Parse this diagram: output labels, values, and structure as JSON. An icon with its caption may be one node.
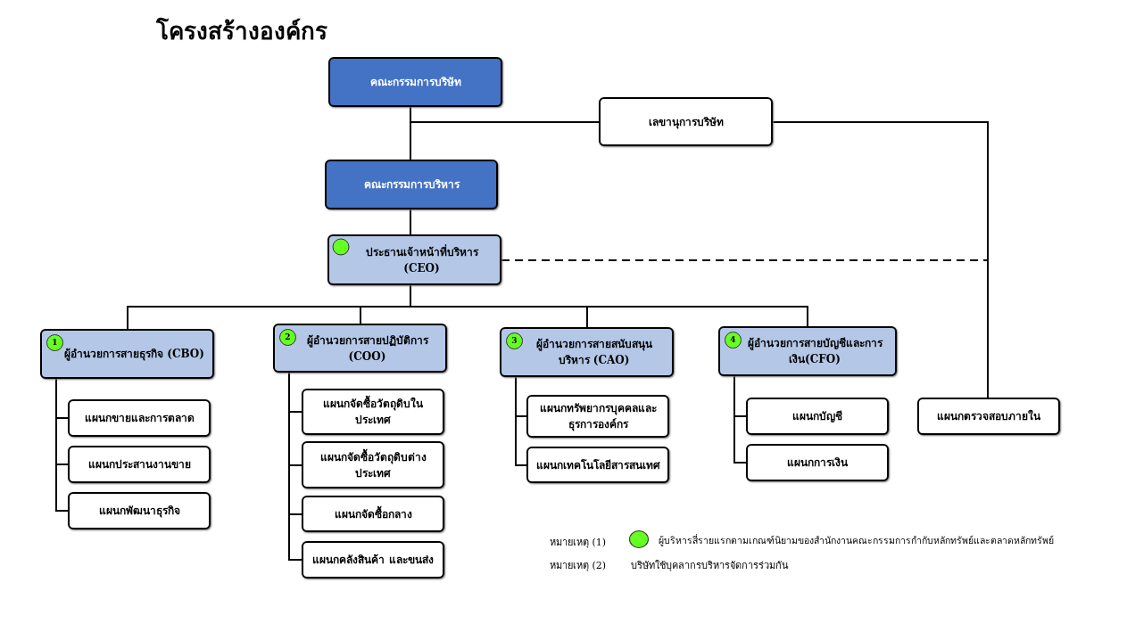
{
  "diagram": {
    "title": "โครงสร้างองค์กร",
    "nodes": [
      {
        "text": [
          "คณะกรรมการบริษัท"
        ]
      },
      {
        "text": [
          "เลขานุการบริษัท"
        ]
      },
      {
        "text": [
          "คณะกรรมการบริหาร"
        ]
      },
      {
        "text": [
          "ประธานเจ้าหน้าที่บริหาร (CEO)"
        ]
      },
      {
        "text": [
          "1",
          "ผู้อำนวยการสายธุรกิจ (CBO)"
        ]
      },
      {
        "text": [
          "แผนกขายและการตลาด"
        ]
      },
      {
        "text": [
          "แผนกประสานงานขาย"
        ]
      },
      {
        "text": [
          "แผนกพัฒนาธุรกิจ"
        ]
      },
      {
        "text": [
          "2",
          "ผู้อำนวยการสายปฏิบัติการ (COO)"
        ]
      },
      {
        "text": [
          "แผนกจัดซื้อวัตถุดิบในประเทศ"
        ]
      },
      {
        "text": [
          "แผนกจัดซื้อวัตถุดิบต่างประเทศ"
        ]
      },
      {
        "text": [
          "แผนกจัดซื้อกลาง"
        ]
      },
      {
        "text": [
          "แผนกคลังสินค้า และขนส่ง"
        ]
      },
      {
        "text": [
          "3",
          "ผู้อำนวยการสายสนับสนุนบริหาร (CAO)"
        ]
      },
      {
        "text": [
          "แผนกทรัพยากรบุคคลและธุรการองค์กร"
        ]
      },
      {
        "text": [
          "แผนกเทคโนโลยีสารสนเทศ"
        ]
      },
      {
        "text": [
          "4",
          "ผู้อำนวยการสายบัญชีและการเงิน(CFO)"
        ]
      },
      {
        "text": [
          "แผนกบัญชี"
        ]
      },
      {
        "text": [
          "แผนกการเงิน"
        ]
      },
      {
        "text": [
          "แผนกตรวจสอบภายใน"
        ]
      }
    ],
    "edges": [
      {
        "from": 0,
        "to": 1,
        "arrow": "none"
      },
      {
        "from": 0,
        "to": 2,
        "arrow": "none"
      },
      {
        "from": 2,
        "to": 3,
        "arrow": "none"
      },
      {
        "from": 1,
        "to": 19,
        "arrow": "none"
      },
      {
        "from": 3,
        "to": 19,
        "arrow": "none",
        "style": "dashed"
      },
      {
        "from": 3,
        "to": 4,
        "arrow": "none"
      },
      {
        "from": 3,
        "to": 8,
        "arrow": "none"
      },
      {
        "from": 3,
        "to": 13,
        "arrow": "none"
      },
      {
        "from": 3,
        "to": 16,
        "arrow": "none"
      },
      {
        "from": 4,
        "to": 5,
        "arrow": "none"
      },
      {
        "from": 4,
        "to": 6,
        "arrow": "none"
      },
      {
        "from": 4,
        "to": 7,
        "arrow": "none"
      },
      {
        "from": 8,
        "to": 9,
        "arrow": "none"
      },
      {
        "from": 8,
        "to": 10,
        "arrow": "none"
      },
      {
        "from": 8,
        "to": 11,
        "arrow": "none"
      },
      {
        "from": 8,
        "to": 12,
        "arrow": "none"
      },
      {
        "from": 13,
        "to": 14,
        "arrow": "none"
      },
      {
        "from": 13,
        "to": 15,
        "arrow": "none"
      },
      {
        "from": 16,
        "to": 17,
        "arrow": "none"
      },
      {
        "from": 16,
        "to": 18,
        "arrow": "none"
      }
    ],
    "labels": [
      "หมายเหตุ (1)",
      "หมายเหตุ (2)",
      "บริษัทใช้บุคลากรบริหารจัดการร่วมกัน"
    ],
    "legend": [
      {
        "text": "ผู้บริหารสี่รายแรกตามเกณฑ์นิยามของสำนักงานคณะกรรมการกำกับหลักทรัพย์และตลาดหลักทรัพย์",
        "color": "#66ff22"
      }
    ]
  }
}
